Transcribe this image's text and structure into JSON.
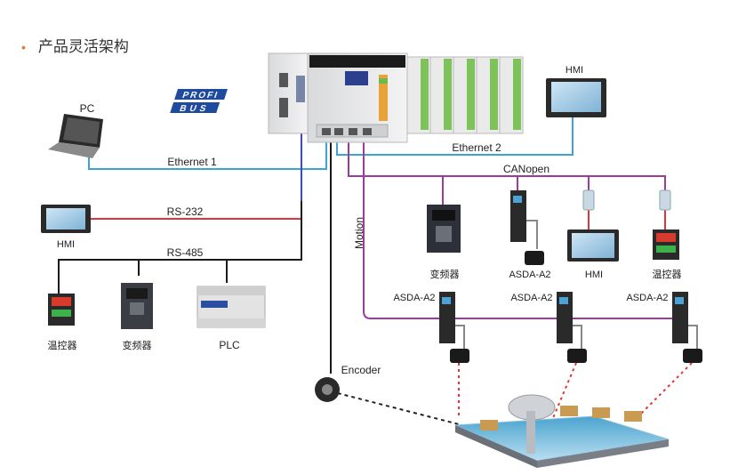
{
  "header": {
    "bullet": "•",
    "title": "产品灵活架构"
  },
  "logo": {
    "line1": "PROFI",
    "line2": "BUS"
  },
  "nodes": {
    "pc": "PC",
    "hmi_left": "HMI",
    "hmi_top": "HMI",
    "hmi_can": "HMI",
    "temp_left": "温控器",
    "vfd_left": "变频器",
    "plc": "PLC",
    "vfd_can": "变频器",
    "asda_can": "ASDA-A2",
    "temp_can": "温控器",
    "asda_1": "ASDA-A2",
    "asda_2": "ASDA-A2",
    "asda_3": "ASDA-A2",
    "encoder": "Encoder"
  },
  "links": {
    "ethernet1": "Ethernet 1",
    "ethernet2": "Ethernet 2",
    "rs232": "RS-232",
    "rs485": "RS-485",
    "canopen": "CANopen",
    "motion": "Motion"
  },
  "colors": {
    "ethernet": "#3ba3d8",
    "rs232": "#e0353a",
    "rs485": "#1a1a1a",
    "canopen": "#9b3b9e",
    "motion": "#9b3b9e",
    "encoder_link": "#222222",
    "feedback": "#e0353a",
    "accent": "#e8742a"
  }
}
